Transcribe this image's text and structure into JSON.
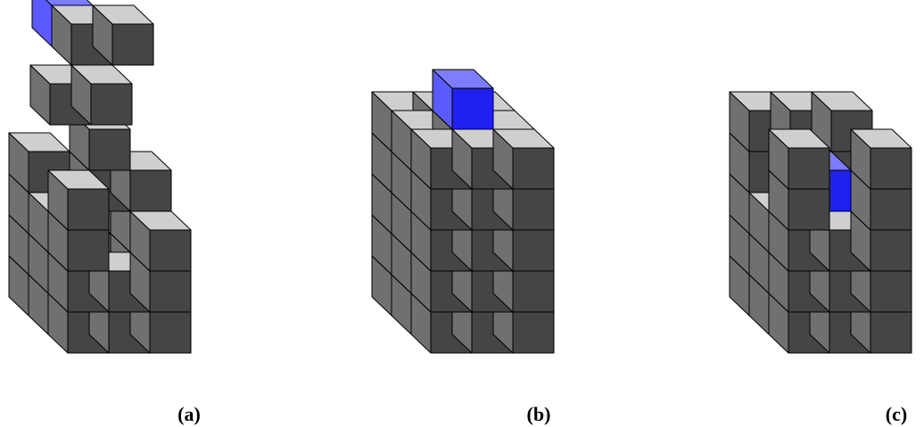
{
  "captions": {
    "a": "(a)",
    "b": "(b)",
    "c": "(c)"
  },
  "colors": {
    "cube_top": "#cfcfcf",
    "cube_front": "#454545",
    "cube_side": "#707070",
    "highlight_top": "#7d7dff",
    "highlight_front": "#2020f0",
    "highlight_side": "#5a5aff",
    "edge": "#000000"
  },
  "panels": [
    {
      "id": "a",
      "description_tag": "disassembled-block-structure"
    },
    {
      "id": "b",
      "description_tag": "solid-block-structure"
    },
    {
      "id": "c",
      "description_tag": "castle-block-structure"
    }
  ]
}
